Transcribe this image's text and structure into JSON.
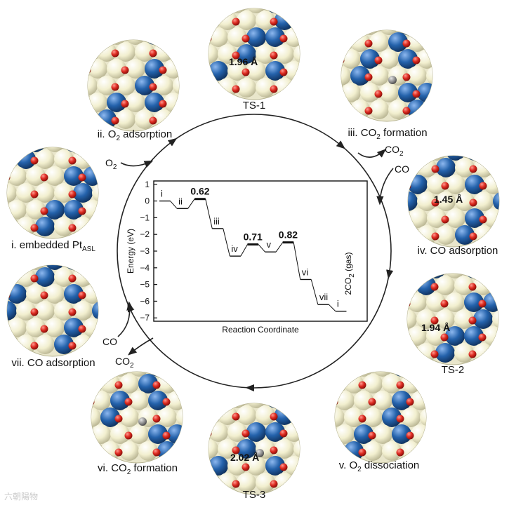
{
  "cycle": {
    "states": [
      {
        "id": "ts1",
        "label": "TS-1",
        "distance": "1.96 Å"
      },
      {
        "id": "iii",
        "label_pre": "iii. CO",
        "label_sub": "2",
        "label_post": " formation"
      },
      {
        "id": "iv",
        "label": "iv. CO adsorption",
        "distance": "1.45 Å"
      },
      {
        "id": "ts2",
        "label": "TS-2",
        "distance": "1.94 Å"
      },
      {
        "id": "v",
        "label_pre": "v. O",
        "label_sub": "2",
        "label_post": " dissociation"
      },
      {
        "id": "ts3",
        "label": "TS-3",
        "distance": "2.02 Å"
      },
      {
        "id": "vi",
        "label_pre": "vi. CO",
        "label_sub": "2",
        "label_post": " formation"
      },
      {
        "id": "vii",
        "label": "vii. CO adsorption"
      },
      {
        "id": "i",
        "label_pre": "i. embedded Pt",
        "label_sub": "ASL"
      },
      {
        "id": "ii",
        "label_pre": "ii. O",
        "label_sub": "2",
        "label_post": " adsorption"
      }
    ],
    "gases": {
      "o2_in": {
        "pre": "O",
        "sub": "2"
      },
      "co2_out_right": {
        "pre": "CO",
        "sub": "2"
      },
      "co_in_right": {
        "pre": "CO"
      },
      "co_in_left": {
        "pre": "CO"
      },
      "co2_out_left": {
        "pre": "CO",
        "sub": "2"
      }
    },
    "colors": {
      "pt_atom": "#f2efcf",
      "o_atom": "#d9221c",
      "ce_atom": "#2160a8",
      "c_atom": "#8a8a8a"
    }
  },
  "chart_data": {
    "type": "line",
    "ylabel": "Energy (eV)",
    "xlabel": "Reaction Coordinate",
    "ylim": [
      -7.2,
      1.2
    ],
    "yticks": [
      1,
      0,
      -1,
      -2,
      -3,
      -4,
      -5,
      -6,
      -7
    ],
    "levels": [
      {
        "label": "i",
        "energy": 0.0
      },
      {
        "label": "ii",
        "energy": -0.45
      },
      {
        "label": "0.62",
        "energy": 0.12,
        "ts": true
      },
      {
        "label": "iii",
        "energy": -1.65
      },
      {
        "label": "iv",
        "energy": -3.3
      },
      {
        "label": "0.71",
        "energy": -2.6,
        "ts": true
      },
      {
        "label": "v",
        "energy": -3.05
      },
      {
        "label": "0.82",
        "energy": -2.48,
        "ts": true
      },
      {
        "label": "vi",
        "energy": -4.7
      },
      {
        "label": "vii",
        "energy": -6.2
      },
      {
        "label": "i",
        "energy": -6.6
      }
    ],
    "gas_label": {
      "pre": "2CO",
      "sub": "2",
      "post": " (gas)"
    }
  },
  "watermark": "六朝陽物"
}
